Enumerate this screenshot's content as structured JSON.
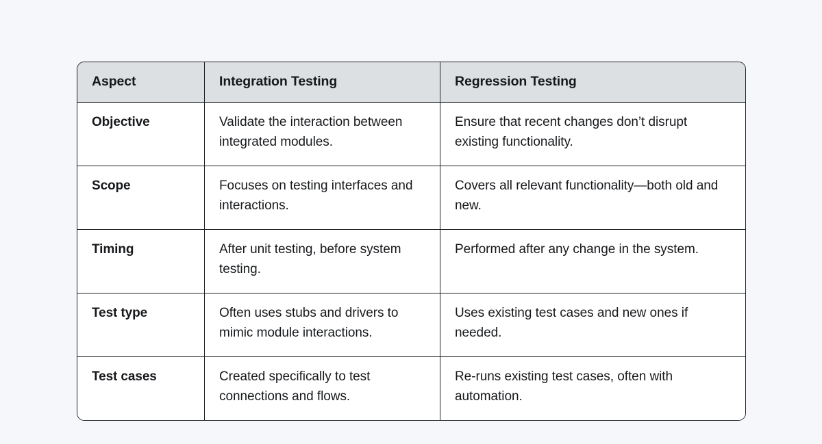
{
  "table": {
    "columns": [
      "Aspect",
      "Integration Testing",
      "Regression Testing"
    ],
    "rows": [
      {
        "aspect": "Objective",
        "integration": "Validate the interaction between integrated modules.",
        "regression": "Ensure that recent changes don’t disrupt existing functionality."
      },
      {
        "aspect": "Scope",
        "integration": "Focuses on testing interfaces and interactions.",
        "regression": "Covers all relevant functionality—both old and new."
      },
      {
        "aspect": "Timing",
        "integration": "After unit testing, before system testing.",
        "regression": "Performed after any change in the system."
      },
      {
        "aspect": "Test type",
        "integration": "Often uses stubs and drivers to mimic module interactions.",
        "regression": "Uses existing test cases and new ones if needed."
      },
      {
        "aspect": "Test cases",
        "integration": "Created specifically to test connections and flows.",
        "regression": "Re-runs existing test cases, often with automation."
      }
    ]
  },
  "colors": {
    "page_background": "#f5f7fa",
    "header_background": "#dde0e3",
    "cell_background": "#ffffff",
    "border": "#1d1f22",
    "text": "#16181b"
  }
}
